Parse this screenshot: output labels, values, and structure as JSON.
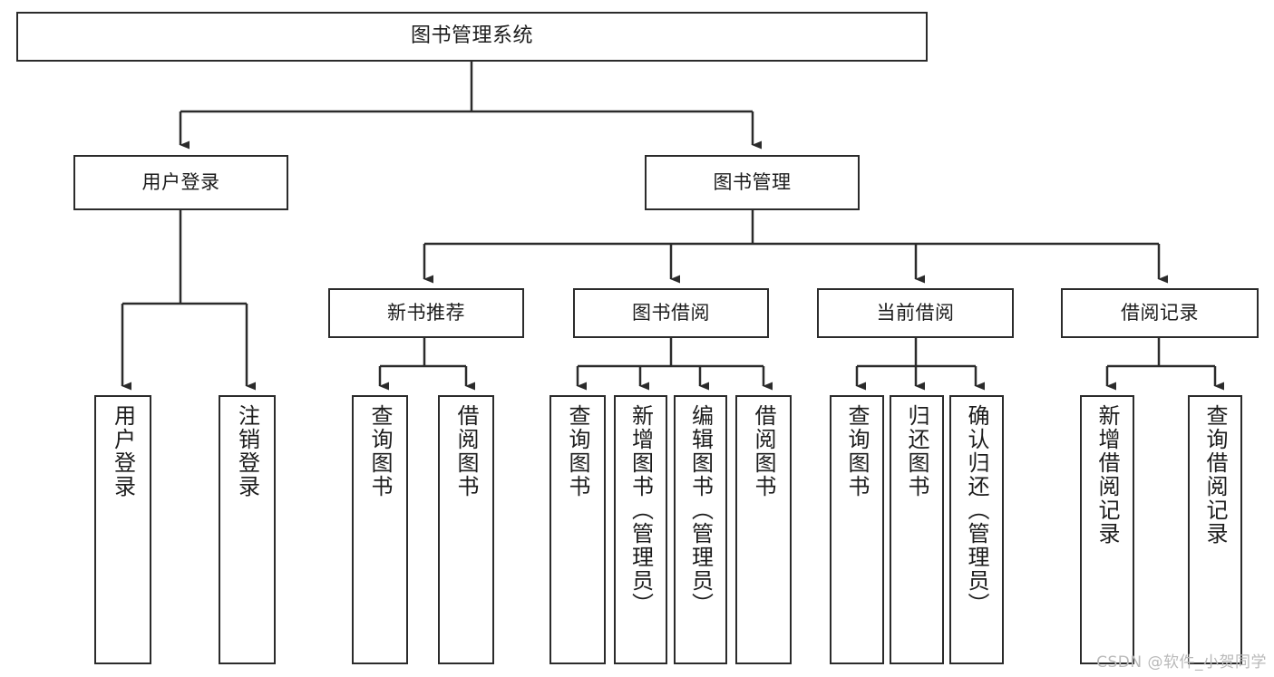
{
  "diagram": {
    "title": "图书管理系统",
    "type": "tree-hierarchy-chart",
    "root": {
      "id": "root",
      "label": "图书管理系统"
    },
    "level2": [
      {
        "id": "user-login",
        "label": "用户登录"
      },
      {
        "id": "book-manage",
        "label": "图书管理"
      }
    ],
    "level3": [
      {
        "id": "new-book-rec",
        "label": "新书推荐"
      },
      {
        "id": "book-borrow",
        "label": "图书借阅"
      },
      {
        "id": "current-borrow",
        "label": "当前借阅"
      },
      {
        "id": "borrow-record",
        "label": "借阅记录"
      }
    ],
    "leaves": {
      "user_login": [
        {
          "id": "leaf-user-login",
          "label": "用户登录"
        },
        {
          "id": "leaf-logout-login",
          "label": "注销登录"
        }
      ],
      "new_book_rec": [
        {
          "id": "leaf-query-book-1",
          "label": "查询图书"
        },
        {
          "id": "leaf-borrow-book-1",
          "label": "借阅图书"
        }
      ],
      "book_borrow": [
        {
          "id": "leaf-query-book-2",
          "label": "查询图书"
        },
        {
          "id": "leaf-add-book",
          "label": "新增图书（管理员）"
        },
        {
          "id": "leaf-edit-book",
          "label": "编辑图书（管理员）"
        },
        {
          "id": "leaf-borrow-book-2",
          "label": "借阅图书"
        }
      ],
      "current_borrow": [
        {
          "id": "leaf-query-book-3",
          "label": "查询图书"
        },
        {
          "id": "leaf-return-book",
          "label": "归还图书"
        },
        {
          "id": "leaf-confirm-return",
          "label": "确认归还（管理员）"
        }
      ],
      "borrow_record": [
        {
          "id": "leaf-add-record",
          "label": "新增借阅记录"
        },
        {
          "id": "leaf-query-record",
          "label": "查询借阅记录"
        }
      ]
    }
  },
  "watermark": {
    "text": "CSDN @软件_小贺同学"
  },
  "colors": {
    "stroke": "#2b2b2b",
    "text": "#1c1c1c",
    "background": "#ffffff",
    "watermark": "#b9b9b9"
  }
}
